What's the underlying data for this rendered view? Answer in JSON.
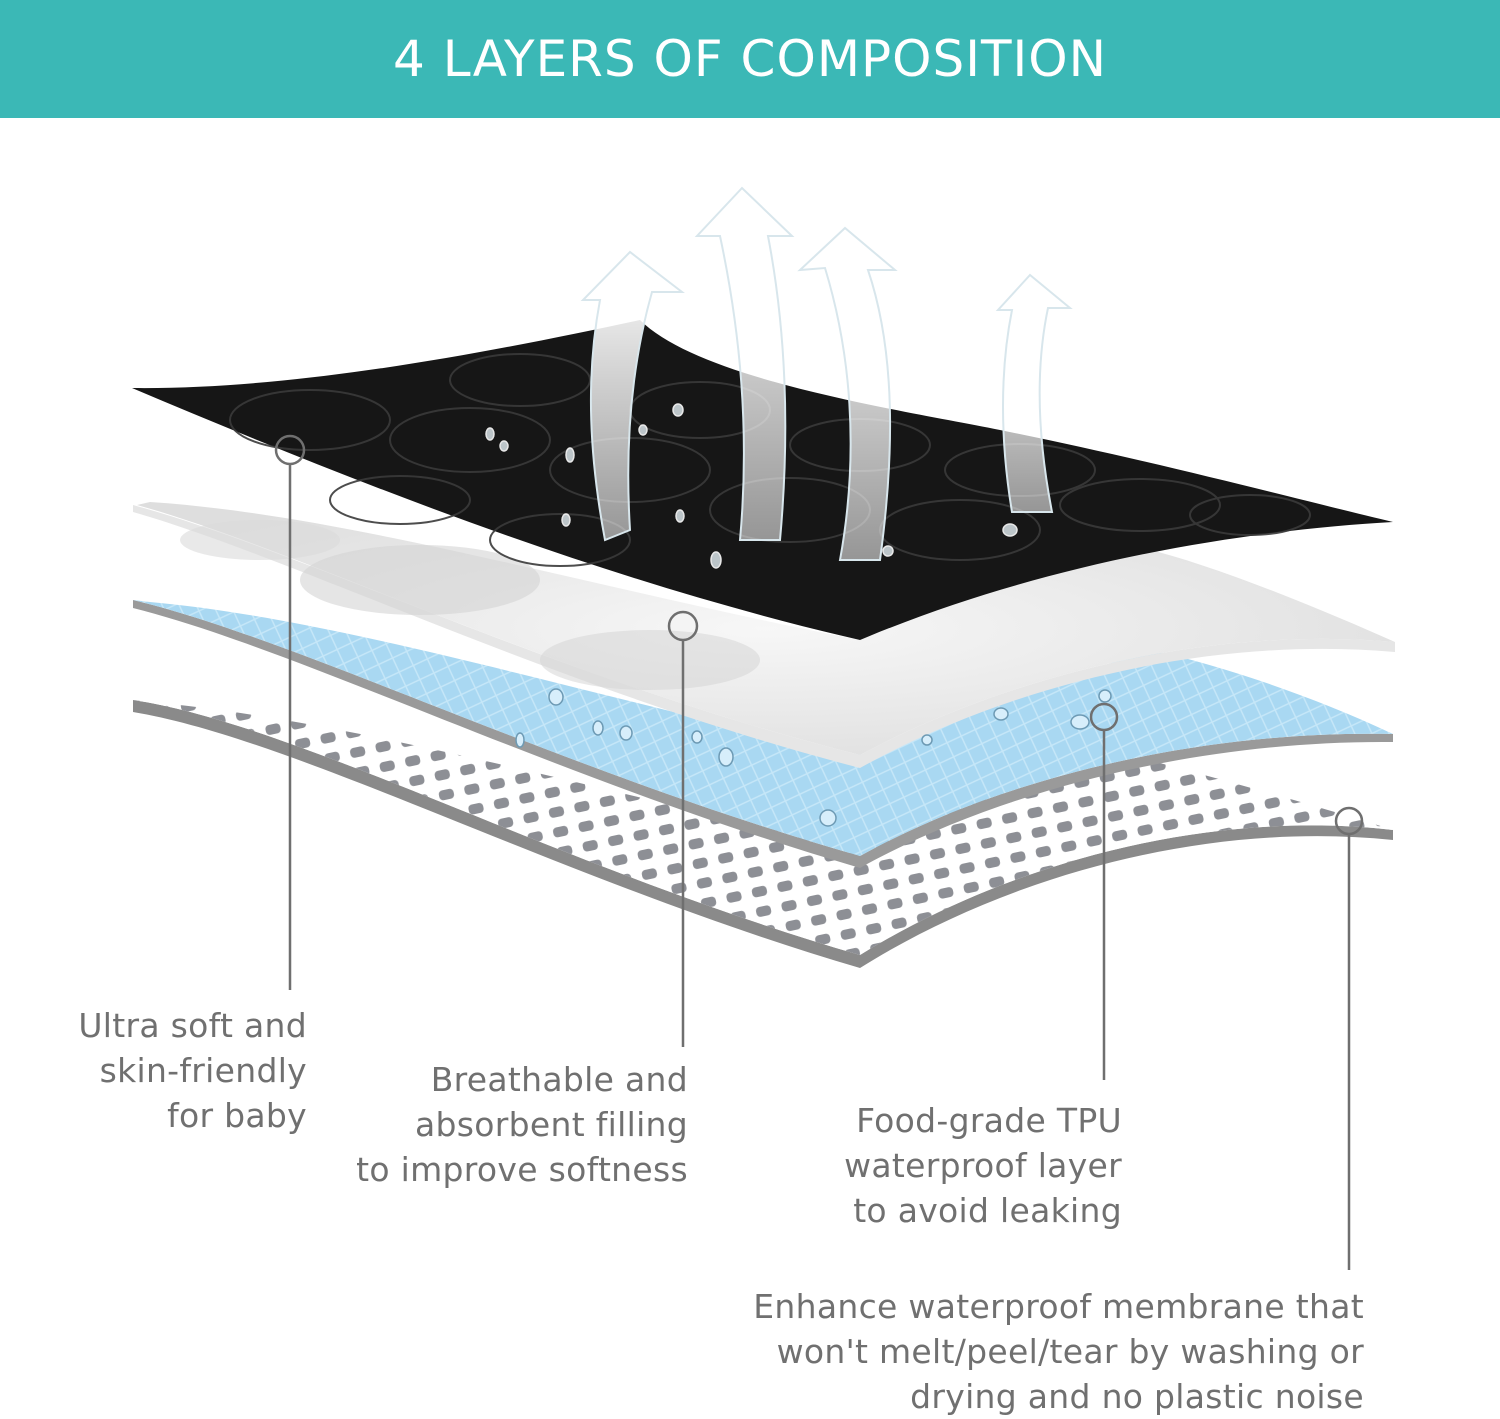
{
  "banner": {
    "title": "4 LAYERS OF COMPOSITION",
    "color": "#3bb8b6"
  },
  "colors": {
    "caption_text": "#707070",
    "leader_line": "#6f6f6f",
    "top_layer": "#161616",
    "filling_layer": "#eeeeee",
    "tpu_layer": "#a9d8f2",
    "membrane_dots": "#8d8f95",
    "arrow": "#ffffff"
  },
  "layers": [
    {
      "id": "top-fabric",
      "caption_lines": [
        "Ultra soft and",
        "skin-friendly",
        "for baby"
      ]
    },
    {
      "id": "filling",
      "caption_lines": [
        "Breathable and",
        "absorbent filling",
        "to improve softness"
      ]
    },
    {
      "id": "tpu",
      "caption_lines": [
        "Food-grade TPU",
        "waterproof layer",
        "to avoid leaking"
      ]
    },
    {
      "id": "membrane",
      "caption_lines": [
        "Enhance waterproof membrane that",
        "won't melt/peel/tear by washing or",
        "drying and no plastic noise"
      ]
    }
  ],
  "icons": {
    "airflow": "up-arrow-icon",
    "droplet": "water-droplet-icon",
    "marker": "circle-marker-icon"
  }
}
